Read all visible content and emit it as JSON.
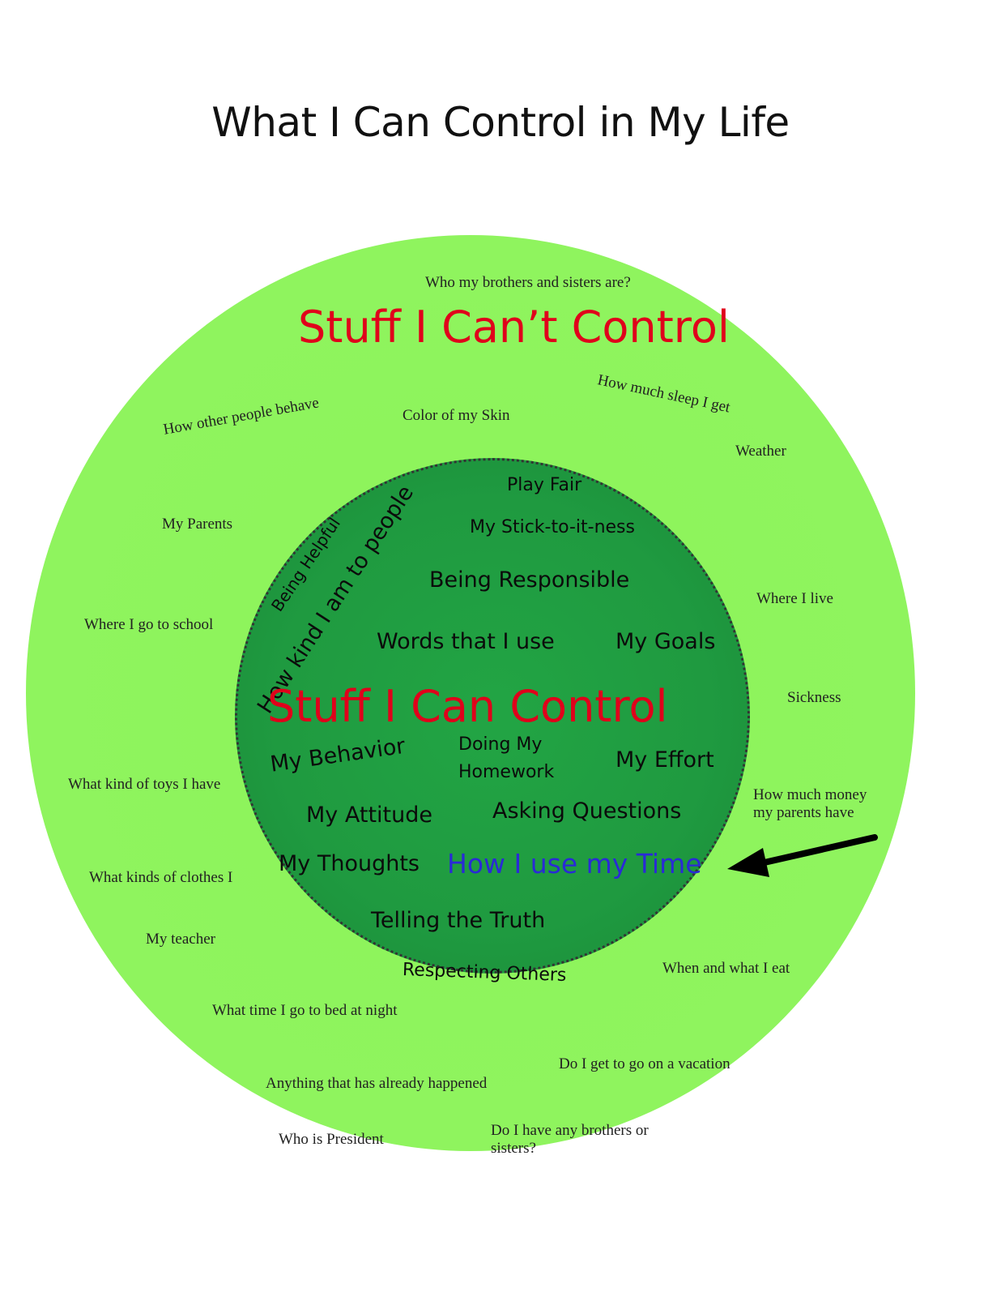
{
  "title": "What I Can Control in My Life",
  "outer": {
    "heading": "Stuff I Can’t Control",
    "items": [
      "Who my brothers and sisters are?",
      "How much sleep I get",
      "How other people behave",
      "Color of my Skin",
      "Weather",
      "My Parents",
      "Where I live",
      "Where I go to school",
      "Sickness",
      "What kind of toys I have",
      "How much money",
      "my parents have",
      "What kinds of clothes I",
      "My teacher",
      "When and what I eat",
      "What time I go to bed at night",
      "Do I get to go on a vacation",
      "Anything that has already happened",
      "Who is President",
      "Do I have any brothers or",
      "sisters?"
    ]
  },
  "inner": {
    "heading": "Stuff I  Can Control",
    "items": [
      "Play Fair",
      "My Stick-to-it-ness",
      "Being Helpful",
      "How kind I am to people",
      "Being Responsible",
      "Words that I use",
      "My Goals",
      "My Behavior",
      "Doing My",
      "Homework",
      "My Effort",
      "My Attitude",
      "Asking Questions",
      "My Thoughts",
      "How I use my Time",
      "Telling the Truth",
      "Respecting Others"
    ]
  },
  "colors": {
    "outer_fill": "#8df55a",
    "inner_fill": "#1f9a40",
    "heading_red": "#e0001b",
    "time_blue": "#2a2ad6"
  },
  "icons": {
    "pointer": "arrow-icon"
  }
}
